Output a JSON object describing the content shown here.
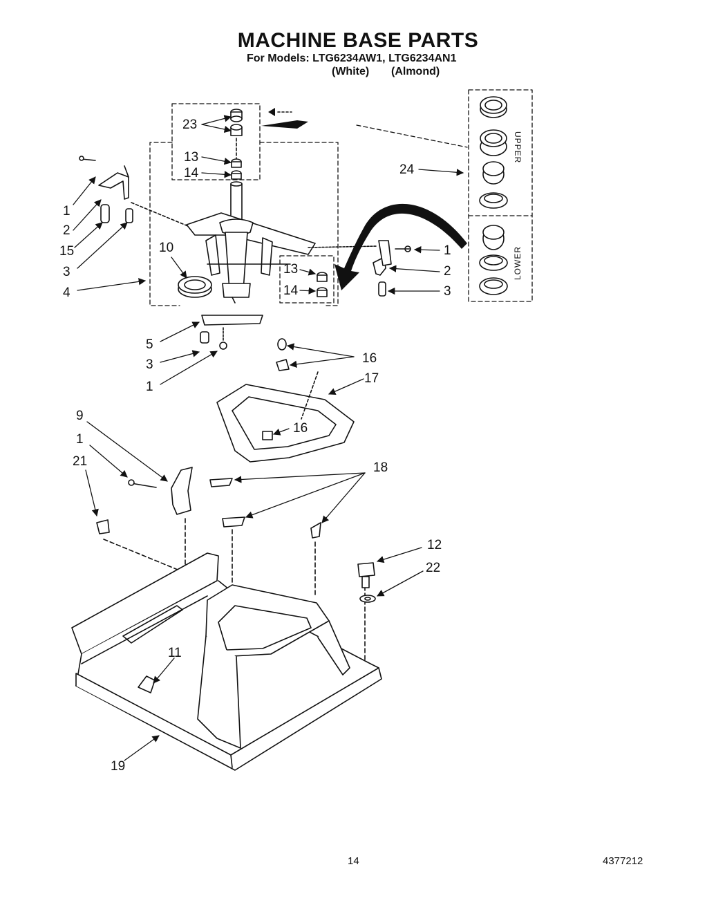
{
  "header": {
    "title": "MACHINE BASE PARTS",
    "subtitle": "For Models: LTG6234AW1, LTG6234AN1",
    "variant_white": "(White)",
    "variant_almond": "(Almond)"
  },
  "seal_kit": {
    "upper_label": "UPPER",
    "lower_label": "LOWER"
  },
  "callouts": {
    "c23": "23",
    "c13a": "13",
    "c14a": "14",
    "c24": "24",
    "c1a": "1",
    "c2a": "2",
    "c15": "15",
    "c3a": "3",
    "c4": "4",
    "c10": "10",
    "c13b": "13",
    "c14b": "14",
    "c1b": "1",
    "c2b": "2",
    "c3b": "3",
    "c5": "5",
    "c3c": "3",
    "c1c": "1",
    "c16a": "16",
    "c17": "17",
    "c16b": "16",
    "c9": "9",
    "c1d": "1",
    "c21": "21",
    "c18": "18",
    "c12": "12",
    "c22": "22",
    "c11": "11",
    "c19": "19"
  },
  "footer": {
    "page_number": "14",
    "doc_number": "4377212"
  }
}
